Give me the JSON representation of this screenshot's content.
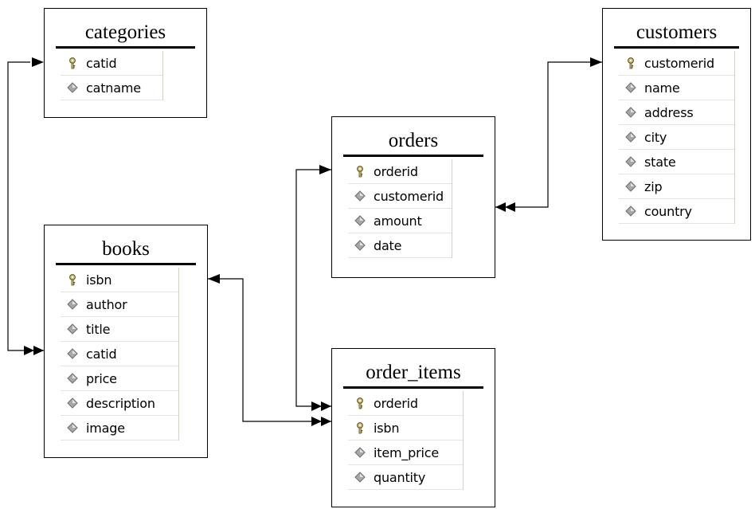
{
  "tables": {
    "categories": {
      "title": "categories",
      "fields": [
        {
          "name": "catid",
          "kind": "primary-key"
        },
        {
          "name": "catname",
          "kind": "column"
        }
      ]
    },
    "customers": {
      "title": "customers",
      "fields": [
        {
          "name": "customerid",
          "kind": "primary-key"
        },
        {
          "name": "name",
          "kind": "column"
        },
        {
          "name": "address",
          "kind": "column"
        },
        {
          "name": "city",
          "kind": "column"
        },
        {
          "name": "state",
          "kind": "column"
        },
        {
          "name": "zip",
          "kind": "column"
        },
        {
          "name": "country",
          "kind": "column"
        }
      ]
    },
    "orders": {
      "title": "orders",
      "fields": [
        {
          "name": "orderid",
          "kind": "primary-key"
        },
        {
          "name": "customerid",
          "kind": "column"
        },
        {
          "name": "amount",
          "kind": "column"
        },
        {
          "name": "date",
          "kind": "column"
        }
      ]
    },
    "books": {
      "title": "books",
      "fields": [
        {
          "name": "isbn",
          "kind": "primary-key"
        },
        {
          "name": "author",
          "kind": "column"
        },
        {
          "name": "title",
          "kind": "column"
        },
        {
          "name": "catid",
          "kind": "column"
        },
        {
          "name": "price",
          "kind": "column"
        },
        {
          "name": "description",
          "kind": "column"
        },
        {
          "name": "image",
          "kind": "column"
        }
      ]
    },
    "order_items": {
      "title": "order_items",
      "fields": [
        {
          "name": "orderid",
          "kind": "primary-key"
        },
        {
          "name": "isbn",
          "kind": "primary-key"
        },
        {
          "name": "item_price",
          "kind": "column"
        },
        {
          "name": "quantity",
          "kind": "column"
        }
      ]
    }
  },
  "relationships": [
    {
      "from": "categories.catid",
      "to": "books.catid"
    },
    {
      "from": "customers.customerid",
      "to": "orders.customerid"
    },
    {
      "from": "orders.orderid",
      "to": "order_items.orderid"
    },
    {
      "from": "books.isbn",
      "to": "order_items.isbn"
    }
  ],
  "icons": {
    "primary-key": "key-icon",
    "column": "column-diamond-icon"
  },
  "colors": {
    "line": "#000000",
    "key_fill": "#d6c27a",
    "diamond_fill": "#a8a8a8"
  }
}
